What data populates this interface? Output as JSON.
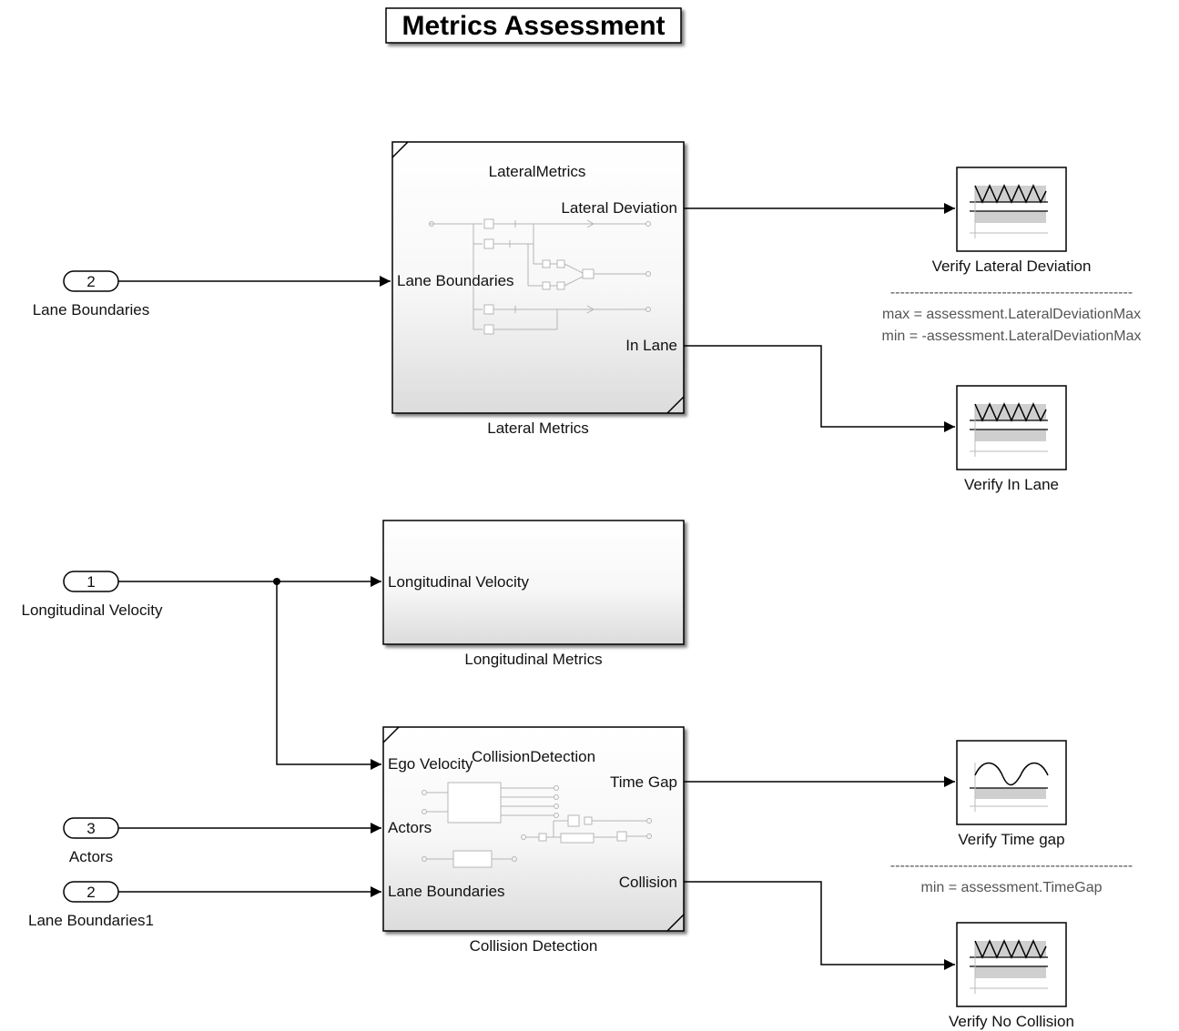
{
  "title": "Metrics Assessment",
  "inports": [
    {
      "number": "2",
      "label": "Lane Boundaries"
    },
    {
      "number": "1",
      "label": "Longitudinal Velocity"
    },
    {
      "number": "3",
      "label": "Actors"
    },
    {
      "number": "2",
      "label": "Lane Boundaries1"
    }
  ],
  "lateral": {
    "inner_title": "LateralMetrics",
    "name": "Lateral Metrics",
    "in_port": "Lane Boundaries",
    "out_ports": [
      "Lateral Deviation",
      "In Lane"
    ]
  },
  "longitudinal": {
    "name": "Longitudinal Metrics",
    "in_port": "Longitudinal Velocity"
  },
  "collision": {
    "inner_title": "CollisionDetection",
    "name": "Collision Detection",
    "in_ports": [
      "Ego Velocity",
      "Actors",
      "Lane Boundaries"
    ],
    "out_ports": [
      "Time Gap",
      "Collision"
    ]
  },
  "verify": [
    {
      "label": "Verify Lateral Deviation",
      "separator": "--------------------------------------------------",
      "params": [
        "max = assessment.LateralDeviationMax",
        "min = -assessment.LateralDeviationMax"
      ]
    },
    {
      "label": "Verify In Lane"
    },
    {
      "label": "Verify Time gap",
      "separator": "--------------------------------------------------",
      "params": [
        "min = assessment.TimeGap"
      ]
    },
    {
      "label": "Verify No Collision"
    }
  ]
}
